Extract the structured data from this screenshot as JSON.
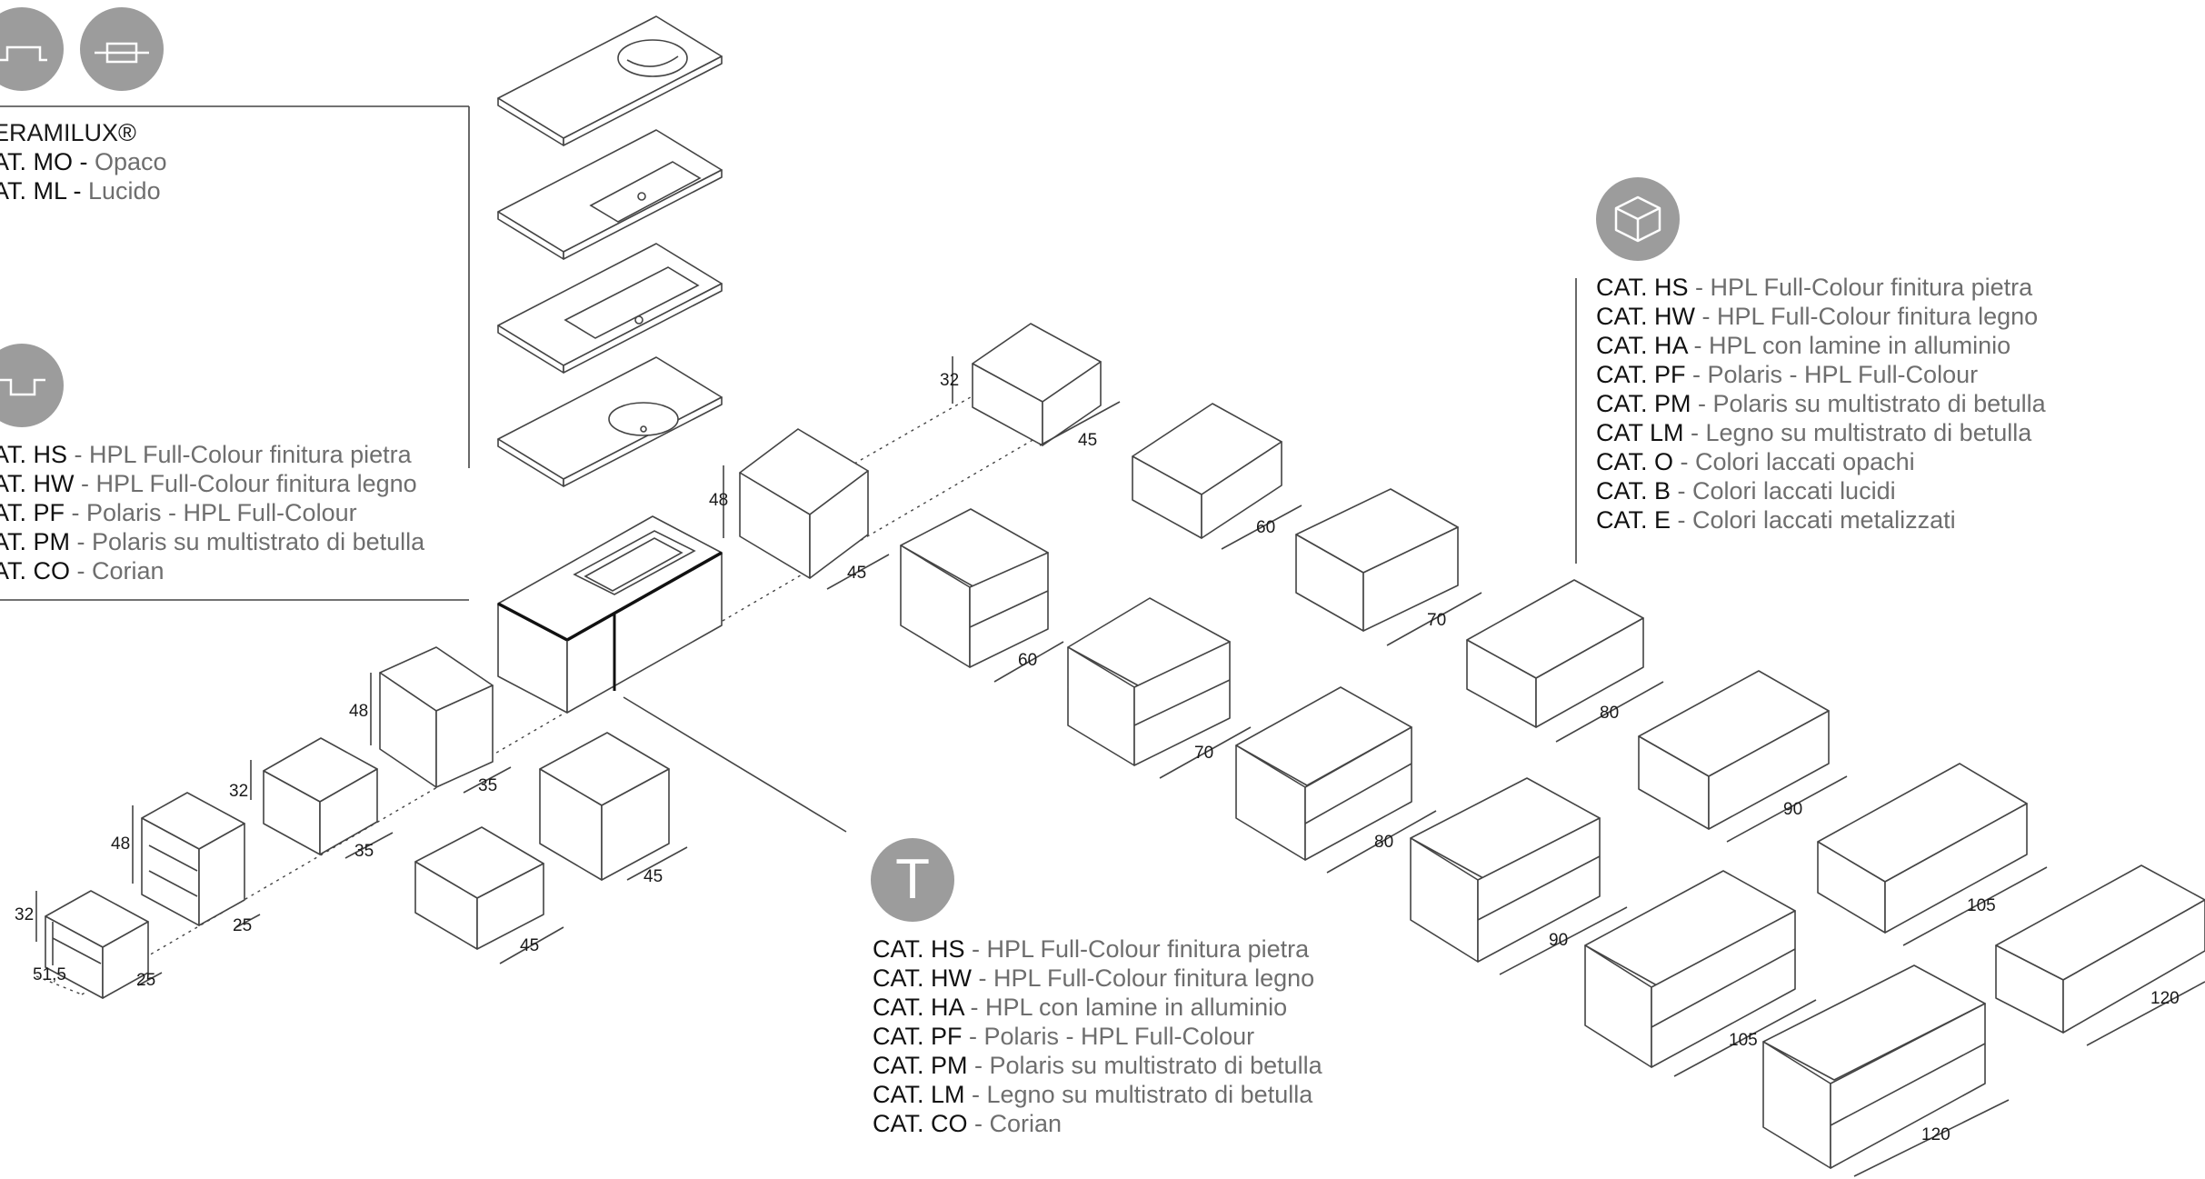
{
  "panels": {
    "top_left": {
      "title": "ERAMILUX®",
      "rows": [
        {
          "code": "AT. MO -",
          "desc": " Opaco"
        },
        {
          "code": "AT. ML -",
          "desc": " Lucido"
        }
      ]
    },
    "mid_left": {
      "rows": [
        {
          "code": "AT. HS",
          "desc": " - HPL Full-Colour finitura pietra"
        },
        {
          "code": "AT. HW",
          "desc": " - HPL Full-Colour finitura legno"
        },
        {
          "code": "AT. PF",
          "desc": " - Polaris - HPL Full-Colour"
        },
        {
          "code": "AT. PM",
          "desc": " - Polaris su multistrato di betulla"
        },
        {
          "code": "AT. CO",
          "desc": " - Corian"
        }
      ]
    },
    "right": {
      "rows": [
        {
          "code": "CAT. HS",
          "desc": " - HPL Full-Colour finitura pietra"
        },
        {
          "code": "CAT. HW",
          "desc": " - HPL Full-Colour finitura legno"
        },
        {
          "code": "CAT. HA",
          "desc": " - HPL con lamine in alluminio"
        },
        {
          "code": "CAT. PF",
          "desc": " - Polaris - HPL Full-Colour"
        },
        {
          "code": "CAT. PM",
          "desc": " - Polaris su multistrato di betulla"
        },
        {
          "code": "CAT LM",
          "desc": " - Legno su multistrato di betulla"
        },
        {
          "code": "CAT. O",
          "desc": " - Colori laccati opachi"
        },
        {
          "code": "CAT. B",
          "desc": " - Colori laccati lucidi"
        },
        {
          "code": "CAT. E",
          "desc": " - Colori laccati metalizzati"
        }
      ]
    },
    "bottom": {
      "icon_letter": "T",
      "rows": [
        {
          "code": "CAT. HS",
          "desc": " - HPL Full-Colour finitura pietra"
        },
        {
          "code": "CAT. HW",
          "desc": " - HPL Full-Colour finitura legno"
        },
        {
          "code": "CAT. HA",
          "desc": " - HPL con lamine in alluminio"
        },
        {
          "code": "CAT. PF",
          "desc": " - Polaris - HPL Full-Colour"
        },
        {
          "code": "CAT. PM",
          "desc": " - Polaris su multistrato di betulla"
        },
        {
          "code": "CAT. LM",
          "desc": " - Legno su multistrato di betulla"
        },
        {
          "code": "CAT. CO",
          "desc": " - Corian"
        }
      ]
    }
  },
  "dimensions": {
    "left_shelf": [
      "32",
      "51,5",
      "25"
    ],
    "tall_shelf": [
      "48",
      "25"
    ],
    "small_box": [
      "32",
      "35"
    ],
    "tall_box": [
      "48",
      "35"
    ],
    "base_box_a": "45",
    "base_box_b": "45",
    "wall_tall": [
      "48",
      "45"
    ],
    "wall_top": [
      "32",
      "45"
    ],
    "drawer_units": [
      "60",
      "70",
      "80",
      "90",
      "105",
      "120"
    ],
    "open_units": [
      "60",
      "70",
      "80",
      "90",
      "105",
      "120"
    ]
  },
  "icons": [
    "washbasin-top-icon",
    "inset-washbasin-icon",
    "countertop-cut-icon",
    "cube-icon",
    "t-letter-icon"
  ],
  "colors": {
    "icon_fill": "#9c9c9c",
    "code_text": "#111111",
    "desc_text": "#6e6e6e",
    "line": "#444444"
  }
}
